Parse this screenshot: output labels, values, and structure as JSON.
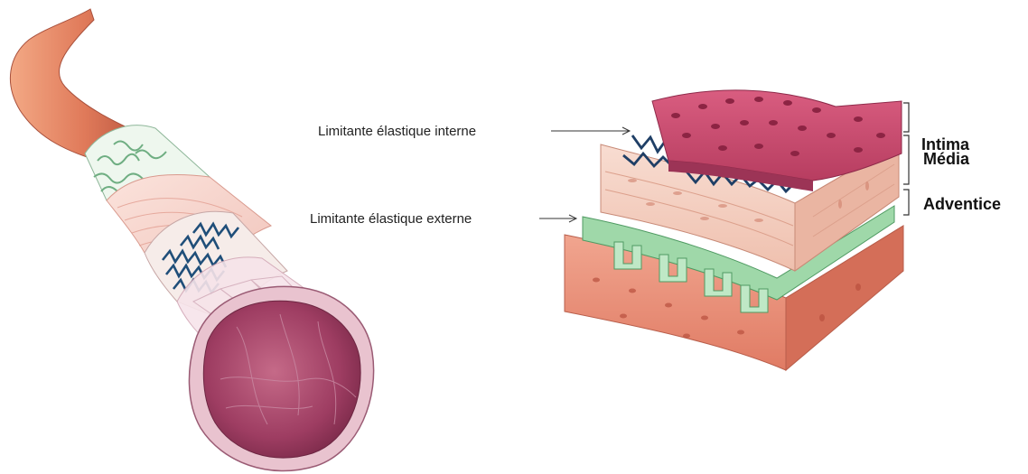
{
  "callouts": {
    "internal_elastic_lamina": "Limitante élastique interne",
    "external_elastic_lamina": "Limitante élastique externe"
  },
  "layers": {
    "intima": "Intima",
    "media": "Média",
    "adventitia": "Adventice"
  },
  "colors": {
    "intima": "#c2486a",
    "intima_nuclei": "#8c2443",
    "media": "#f2c7b8",
    "media_dark": "#e39a86",
    "adventitia": "#e58e7a",
    "adventitia_dark": "#cf6b58",
    "elastic_fibers_internal": "#1f4e79",
    "elastic_fibers_external": "#86c99a",
    "lumen": "#a8466a",
    "vessel_outer": "#e8896a"
  }
}
